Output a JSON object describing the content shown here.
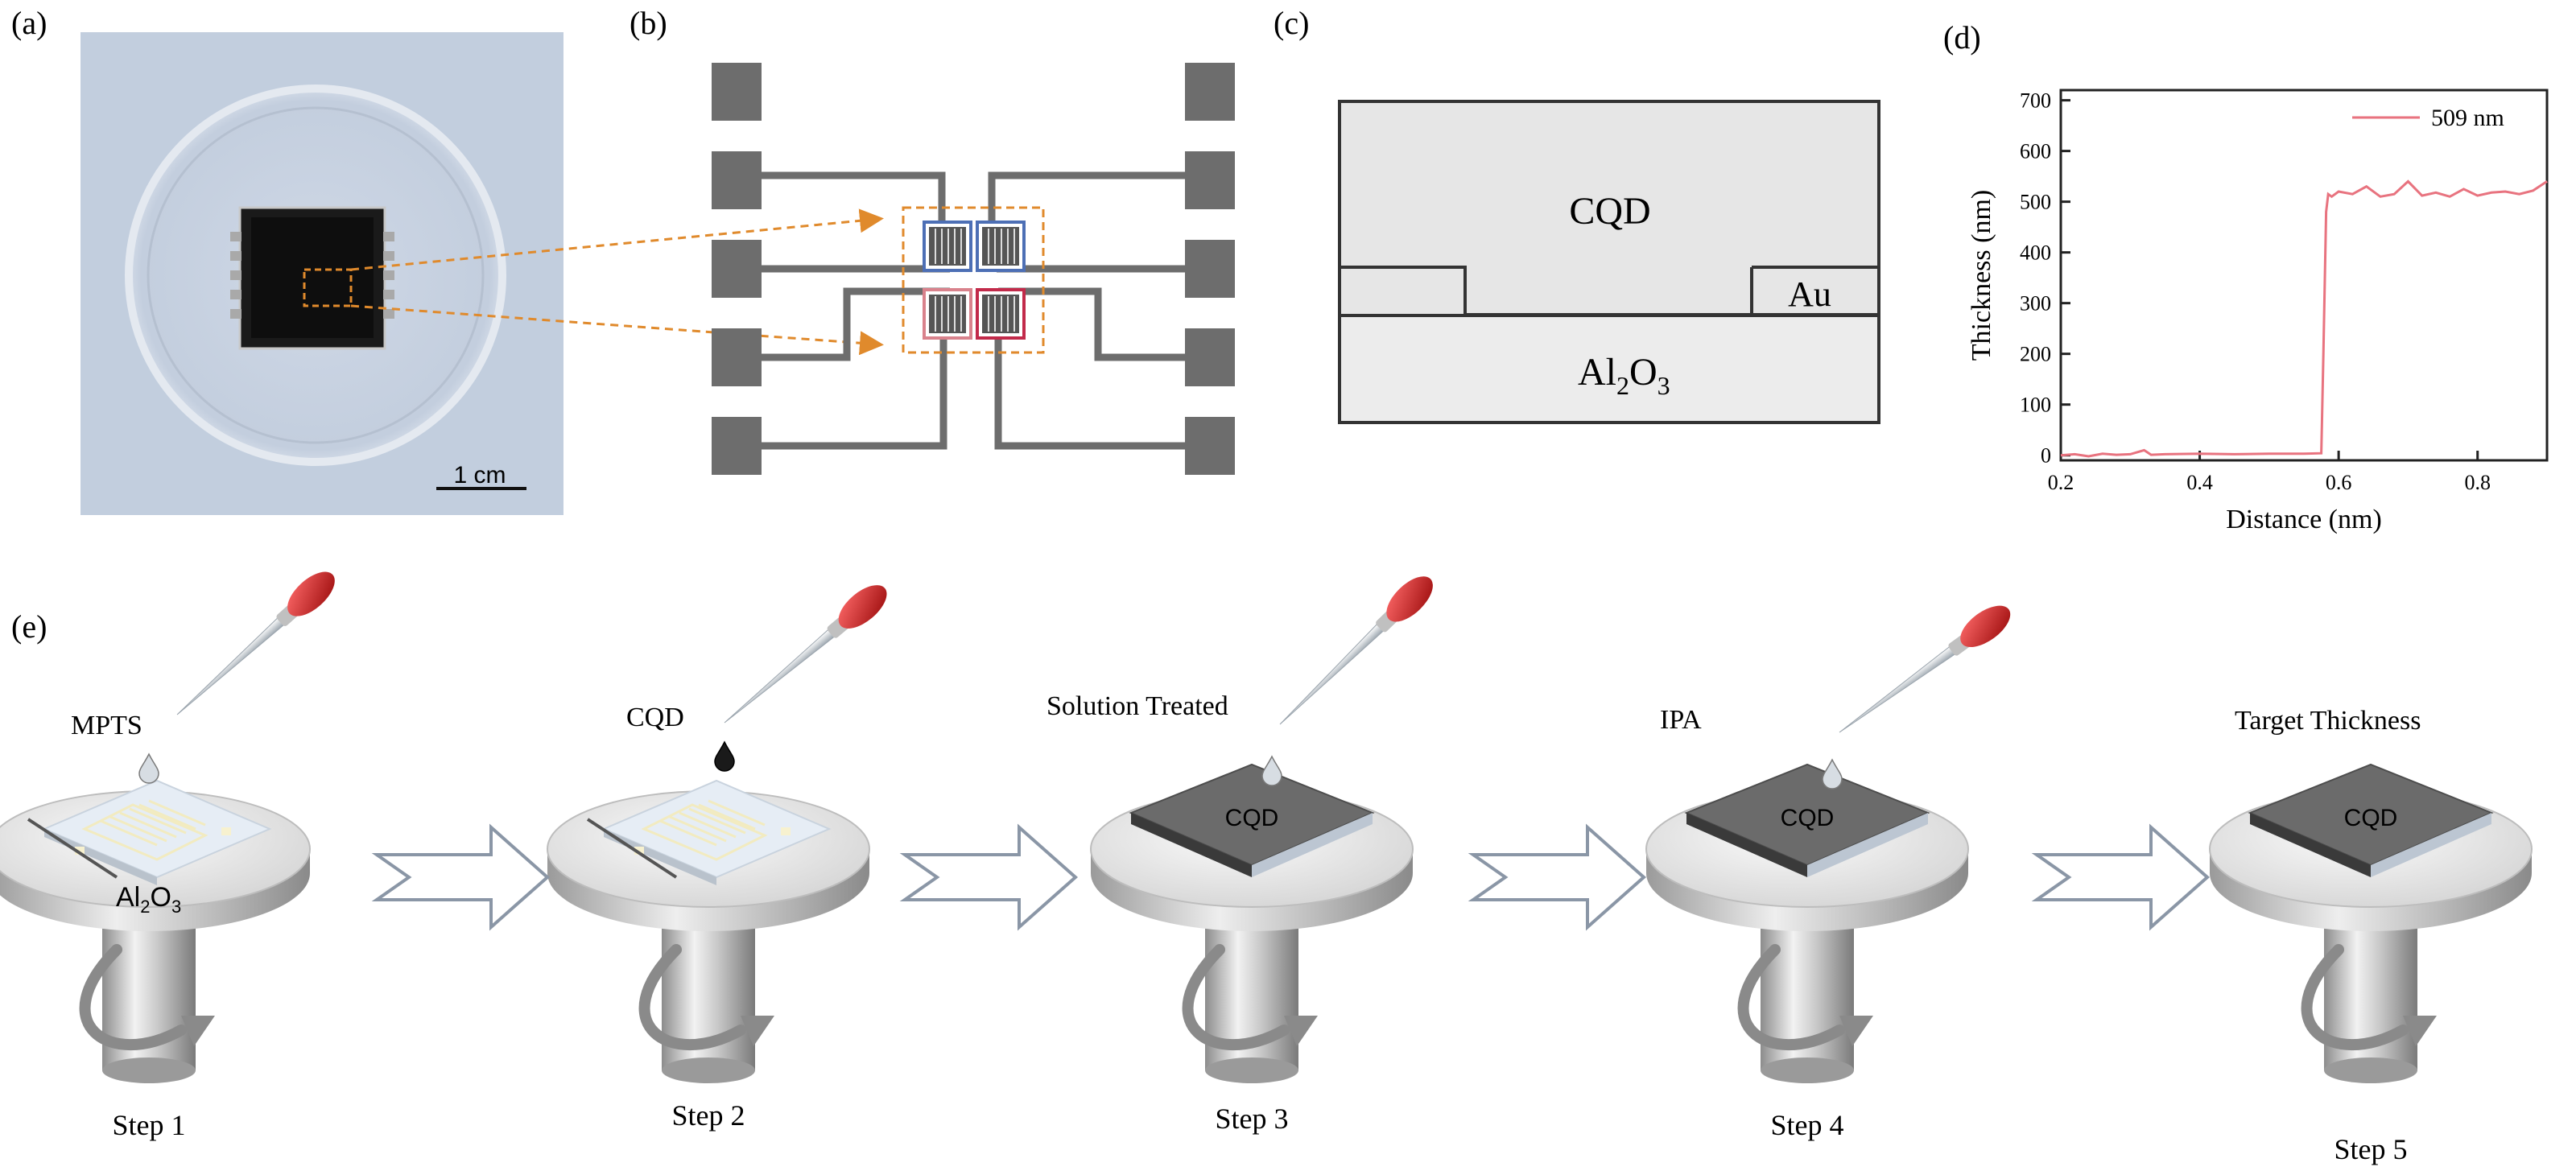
{
  "panels": {
    "a": {
      "label": "(a)",
      "scale_bar": "1 cm"
    },
    "b": {
      "label": "(b)"
    },
    "c": {
      "label": "(c)",
      "cqd": "CQD",
      "au": "Au",
      "al": "Al",
      "al_sub": "2",
      "o": "O",
      "o_sub": "3"
    },
    "d": {
      "label": "(d)"
    },
    "e": {
      "label": "(e)",
      "steps": [
        {
          "label": "Step 1",
          "reagent": "MPTS",
          "layer": "",
          "substrate_al": "Al",
          "substrate_sub1": "2",
          "substrate_o": "O",
          "substrate_sub2": "3"
        },
        {
          "label": "Step 2",
          "reagent": "CQD",
          "layer": ""
        },
        {
          "label": "Step 3",
          "reagent": "Solution Treated",
          "layer": "CQD"
        },
        {
          "label": "Step 4",
          "reagent": "IPA",
          "layer": "CQD"
        },
        {
          "label": "Step 5",
          "reagent": "Target Thickness",
          "layer": "CQD"
        }
      ]
    }
  },
  "chart_data": {
    "type": "line",
    "title": "",
    "xlabel": "Distance (nm)",
    "ylabel": "Thickness (nm)",
    "xlim": [
      0.2,
      0.9
    ],
    "ylim": [
      -10,
      720
    ],
    "xticks": [
      "0.2",
      "0.4",
      "0.6",
      "0.8"
    ],
    "xtick_values": [
      0.2,
      0.4,
      0.6,
      0.8
    ],
    "yticks": [
      "0",
      "100",
      "200",
      "300",
      "400",
      "500",
      "600",
      "700"
    ],
    "ytick_values": [
      0,
      100,
      200,
      300,
      400,
      500,
      600,
      700
    ],
    "grid": false,
    "legend_position": "top-right",
    "series": [
      {
        "name": "509 nm",
        "color": "#e8737f",
        "x": [
          0.2,
          0.22,
          0.24,
          0.26,
          0.28,
          0.3,
          0.32,
          0.33,
          0.35,
          0.4,
          0.45,
          0.5,
          0.55,
          0.575,
          0.578,
          0.582,
          0.585,
          0.59,
          0.6,
          0.62,
          0.64,
          0.66,
          0.68,
          0.7,
          0.72,
          0.74,
          0.76,
          0.78,
          0.8,
          0.82,
          0.84,
          0.86,
          0.88,
          0.9
        ],
        "y": [
          0,
          2,
          -2,
          3,
          1,
          2,
          10,
          1,
          2,
          3,
          2,
          3,
          3,
          4,
          200,
          480,
          515,
          510,
          520,
          515,
          530,
          510,
          515,
          540,
          512,
          518,
          510,
          525,
          512,
          518,
          520,
          515,
          522,
          540
        ]
      }
    ]
  }
}
